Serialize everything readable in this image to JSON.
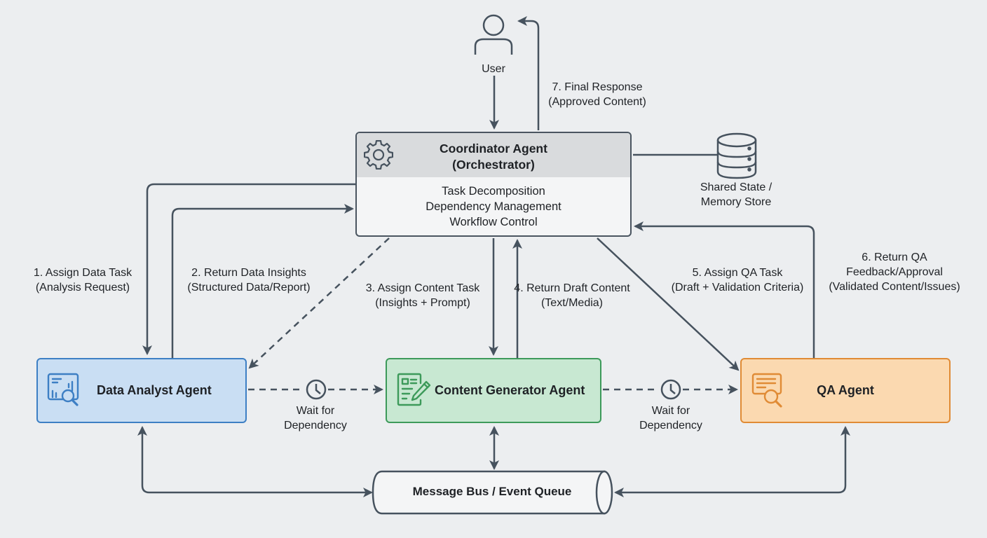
{
  "user": {
    "label": "User",
    "icon": "user-icon"
  },
  "coordinator": {
    "title_line1": "Coordinator Agent",
    "title_line2": "(Orchestrator)",
    "responsibilities": [
      "Task Decomposition",
      "Dependency Management",
      "Workflow Control"
    ],
    "icon": "gear-icon"
  },
  "memory": {
    "line1": "Shared State /",
    "line2": "Memory Store",
    "icon": "database-icon"
  },
  "agents": {
    "data_analyst": {
      "name": "Data Analyst Agent",
      "icon": "chart-search-icon",
      "color": "#3d7fc4",
      "fill": "#c9def3"
    },
    "content_generator": {
      "name": "Content Generator Agent",
      "icon": "document-edit-icon",
      "color": "#3d9a5a",
      "fill": "#c8e8d2"
    },
    "qa": {
      "name": "QA Agent",
      "icon": "document-search-icon",
      "color": "#e08b35",
      "fill": "#fbd9b0"
    }
  },
  "message_bus": {
    "label": "Message Bus / Event Queue"
  },
  "flows": {
    "f1": {
      "line1": "1. Assign Data Task",
      "line2": "(Analysis Request)"
    },
    "f2": {
      "line1": "2. Return Data Insights",
      "line2": "(Structured Data/Report)"
    },
    "f3": {
      "line1": "3. Assign Content Task",
      "line2": "(Insights + Prompt)"
    },
    "f4": {
      "line1": "4. Return Draft Content",
      "line2": "(Text/Media)"
    },
    "f5": {
      "line1": "5. Assign QA Task",
      "line2": "(Draft + Validation Criteria)"
    },
    "f6": {
      "line1": "6. Return QA",
      "line2": "Feedback/Approval",
      "line3": "(Validated Content/Issues)"
    },
    "f7": {
      "line1": "7. Final Response",
      "line2": "(Approved Content)"
    }
  },
  "waits": {
    "w1": {
      "line1": "Wait for",
      "line2": "Dependency",
      "icon": "clock-icon"
    },
    "w2": {
      "line1": "Wait for",
      "line2": "Dependency",
      "icon": "clock-icon"
    }
  },
  "colors": {
    "line": "#46525e",
    "background": "#eceef0"
  }
}
